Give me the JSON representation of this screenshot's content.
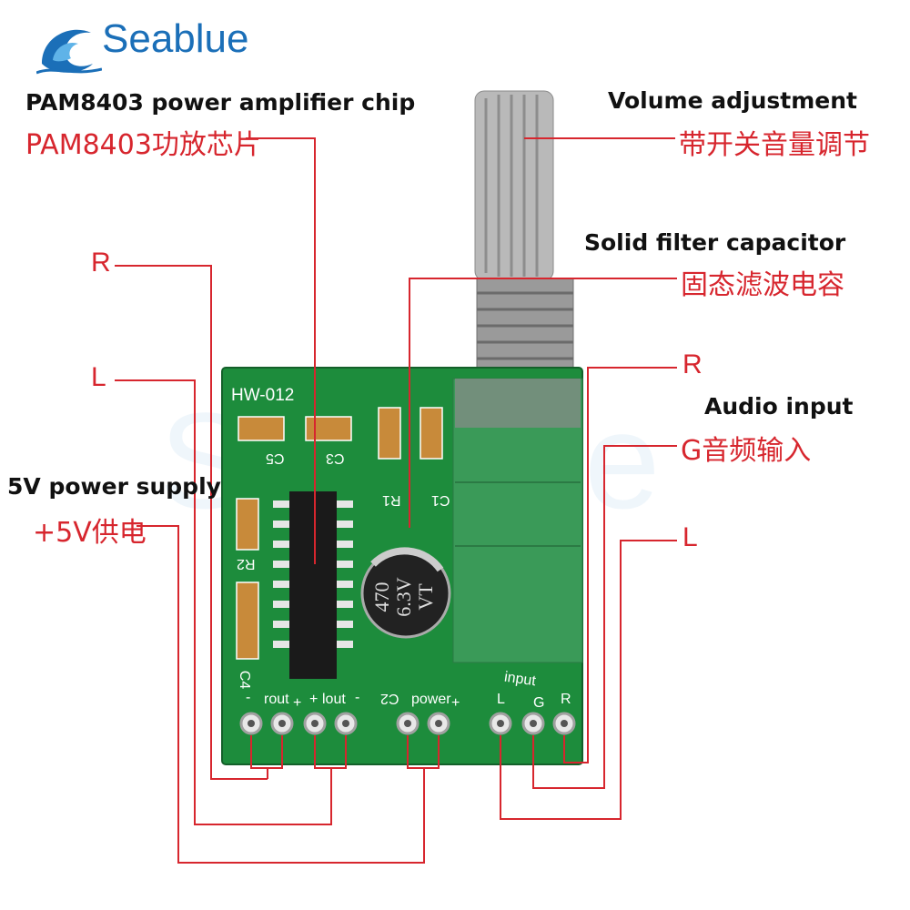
{
  "brand": {
    "name": "Seablue",
    "watermark": "Seablue"
  },
  "labels": {
    "chip_en": "PAM8403 power amplifier chip",
    "chip_cn": "PAM8403功放芯片",
    "volume_en": "Volume adjustment",
    "volume_cn": "带开关音量调节",
    "cap_en": "Solid filter capacitor",
    "cap_cn": "固态滤波电容",
    "audio_en": "Audio input",
    "audio_r": "R",
    "audio_g_cn": "G音频输入",
    "audio_l": "L",
    "out_r": "R",
    "out_l": "L",
    "power_en": "5V power supply",
    "power_cn": "+5V供电"
  },
  "board": {
    "model": "HW-012",
    "parts": [
      "C5",
      "C3",
      "R1",
      "C1",
      "R2",
      "C4",
      "C2"
    ],
    "capacitor_marking": [
      "470",
      "6.3V",
      "VT"
    ],
    "pin_labels": {
      "rout": "rout",
      "lout": "lout",
      "power": "power",
      "input": "input",
      "minus": "-",
      "plus": "+",
      "L": "L",
      "G": "G",
      "R": "R"
    }
  },
  "colors": {
    "accent": "#d7262e",
    "pcb": "#1d8c3c",
    "brand": "#1b6fb8"
  }
}
